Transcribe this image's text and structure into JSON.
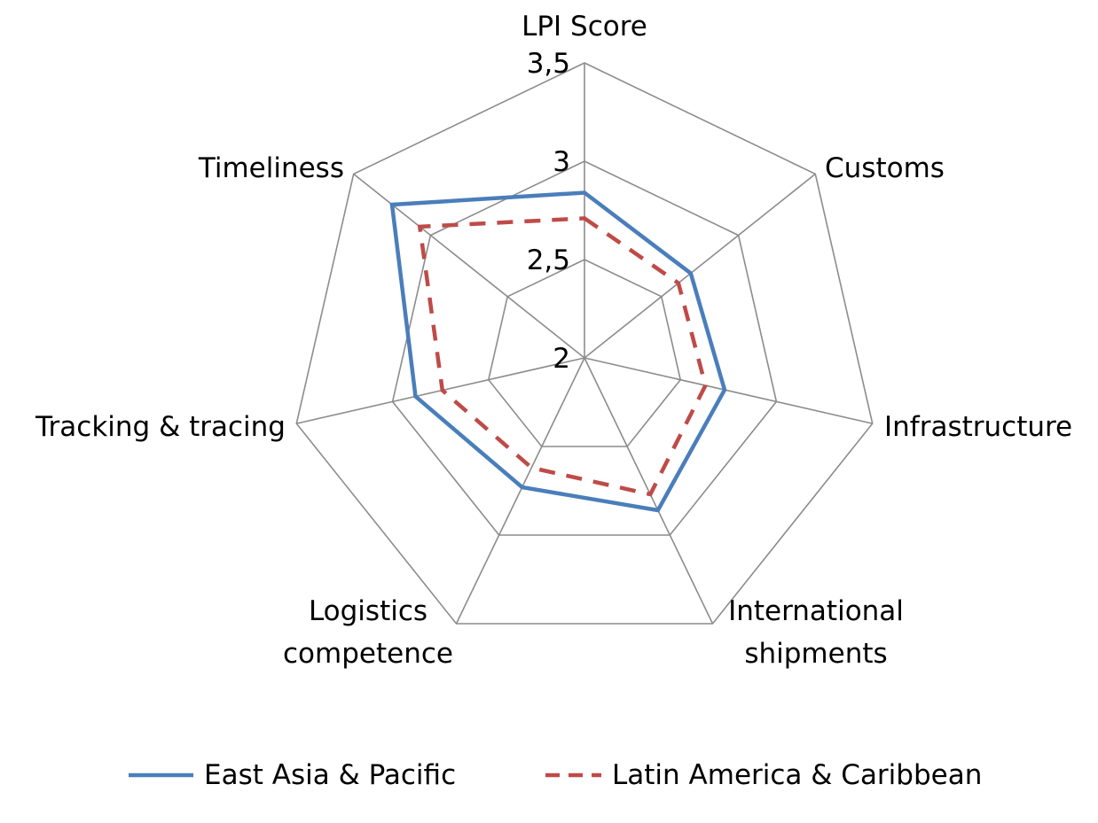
{
  "chart_data": {
    "type": "radar",
    "categories": [
      "LPI Score",
      "Customs",
      "Infrastructure",
      "International shipments",
      "Logistics competence",
      "Tracking & tracing",
      "Timeliness"
    ],
    "category_lines": [
      [
        "LPI Score"
      ],
      [
        "Customs"
      ],
      [
        "Infrastructure"
      ],
      [
        "International",
        "shipments"
      ],
      [
        "Logistics",
        "competence"
      ],
      [
        "Tracking & tracing"
      ],
      [
        "Timeliness"
      ]
    ],
    "rlim": [
      2,
      3.5
    ],
    "ticks": [
      2,
      2.5,
      3,
      3.5
    ],
    "tick_labels": [
      "2",
      "2,5",
      "3",
      "3,5"
    ],
    "grid": true,
    "legend_position": "bottom",
    "series": [
      {
        "name": "East Asia & Pacific",
        "values": [
          2.84,
          2.69,
          2.73,
          2.86,
          2.73,
          2.88,
          3.25
        ],
        "color": "#4a7ebb",
        "dash": "solid"
      },
      {
        "name": "Latin America & Caribbean",
        "values": [
          2.71,
          2.61,
          2.63,
          2.77,
          2.62,
          2.74,
          3.07
        ],
        "color": "#be4b48",
        "dash": "dashed"
      }
    ]
  }
}
